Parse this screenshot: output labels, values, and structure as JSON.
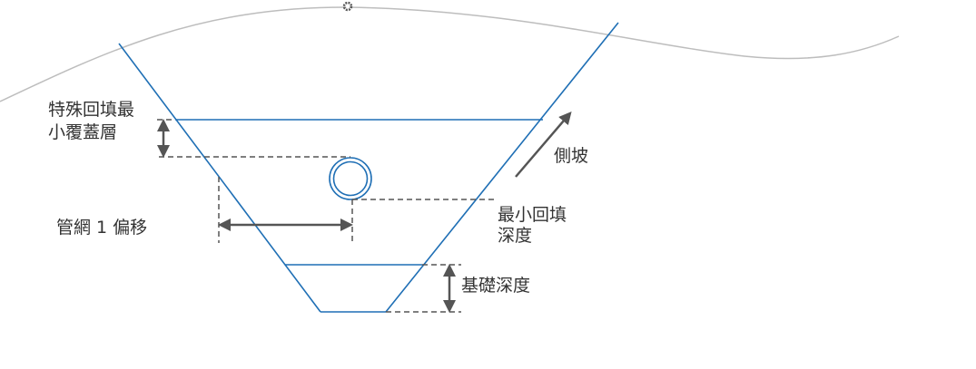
{
  "labels": {
    "special_backfill_line1": "特殊回填最",
    "special_backfill_line2": "小覆蓋層",
    "pipe_offset": "管網 1 偏移",
    "side_slope": "側坡",
    "min_backfill_line1": "最小回填",
    "min_backfill_line2": "深度",
    "bedding_depth": "基礎深度"
  },
  "icons": {
    "ground_marker": "gear-icon"
  },
  "colors": {
    "trench": "#1f6fb5",
    "dimension": "#555555",
    "ground": "#bdbdbd"
  }
}
